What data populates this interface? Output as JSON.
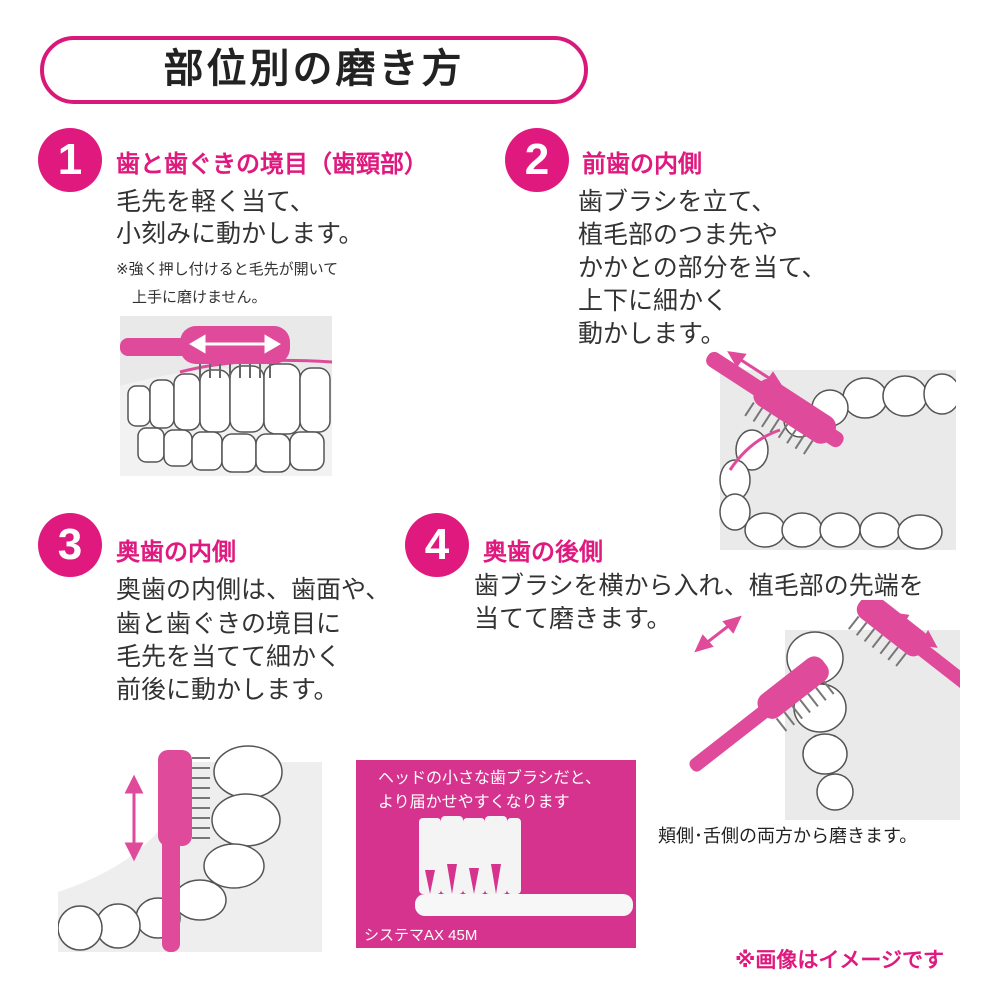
{
  "title": "部位別の磨き方",
  "sections": [
    {
      "number": "1",
      "heading": "歯と歯ぐきの境目（歯頸部）",
      "lines": [
        "毛先を軽く当て、",
        "小刻みに動かします。"
      ],
      "note": [
        "※強く押し付けると毛先が開いて",
        "上手に磨けません。"
      ]
    },
    {
      "number": "2",
      "heading": "前歯の内側",
      "lines": [
        "歯ブラシを立て、",
        "植毛部のつま先や",
        "かかとの部分を当て、",
        "上下に細かく",
        "動かします。"
      ]
    },
    {
      "number": "3",
      "heading": "奥歯の内側",
      "lines": [
        "奥歯の内側は、歯面や、",
        "歯と歯ぐきの境目に",
        "毛先を当てて細かく",
        "前後に動かします。"
      ]
    },
    {
      "number": "4",
      "heading": "奥歯の後側",
      "lines": [
        "歯ブラシを横から入れ、植毛部の先端を",
        "当てて磨きます。"
      ],
      "caption": "頬側･舌側の両方から磨きます。"
    }
  ],
  "info_box": {
    "lines": [
      "ヘッドの小さな歯ブラシだと、",
      "より届かせやすくなります"
    ],
    "model": "システマAX 45M"
  },
  "footer_note": "※画像はイメージです",
  "colors": {
    "accent": "#e0197f",
    "box": "#d6338e",
    "brush": "#e04a9a"
  }
}
